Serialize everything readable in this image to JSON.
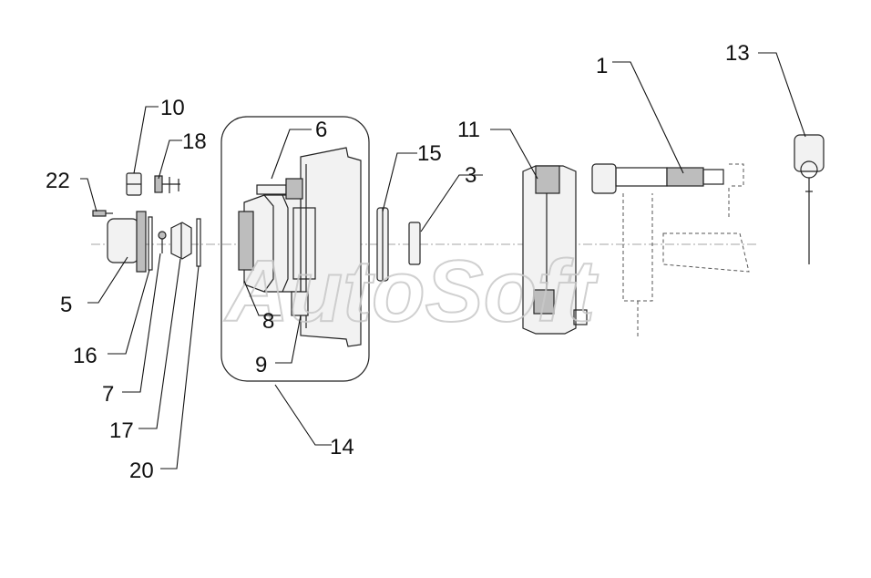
{
  "watermark": "AutoSoft",
  "callouts": {
    "c1": "1",
    "c3": "3",
    "c5": "5",
    "c6": "6",
    "c7": "7",
    "c8": "8",
    "c9": "9",
    "c10": "10",
    "c11": "11",
    "c13": "13",
    "c14": "14",
    "c15": "15",
    "c16": "16",
    "c17": "17",
    "c18": "18",
    "c20": "20",
    "c22": "22"
  }
}
